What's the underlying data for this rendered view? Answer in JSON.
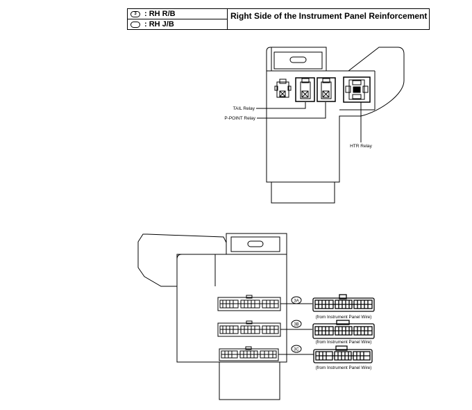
{
  "legend": {
    "rows": [
      {
        "symbol": "3",
        "label": ": RH R/B"
      },
      {
        "symbol": "",
        "label": ": RH J/B"
      }
    ],
    "title": "Right Side of the Instrument Panel Reinforcement"
  },
  "relay_block": {
    "labels": {
      "tail": "TAIL Relay",
      "ppoint": "P-POINT Relay",
      "htr": "HTR Relay"
    }
  },
  "junction_block": {
    "connectors": [
      {
        "id": "3A",
        "wire_label": "(from Instrument Panel Wire)"
      },
      {
        "id": "3B",
        "wire_label": "(from Instrument Panel Wire)"
      },
      {
        "id": "3C",
        "wire_label": "(from Instrument Panel Wire)"
      }
    ]
  }
}
